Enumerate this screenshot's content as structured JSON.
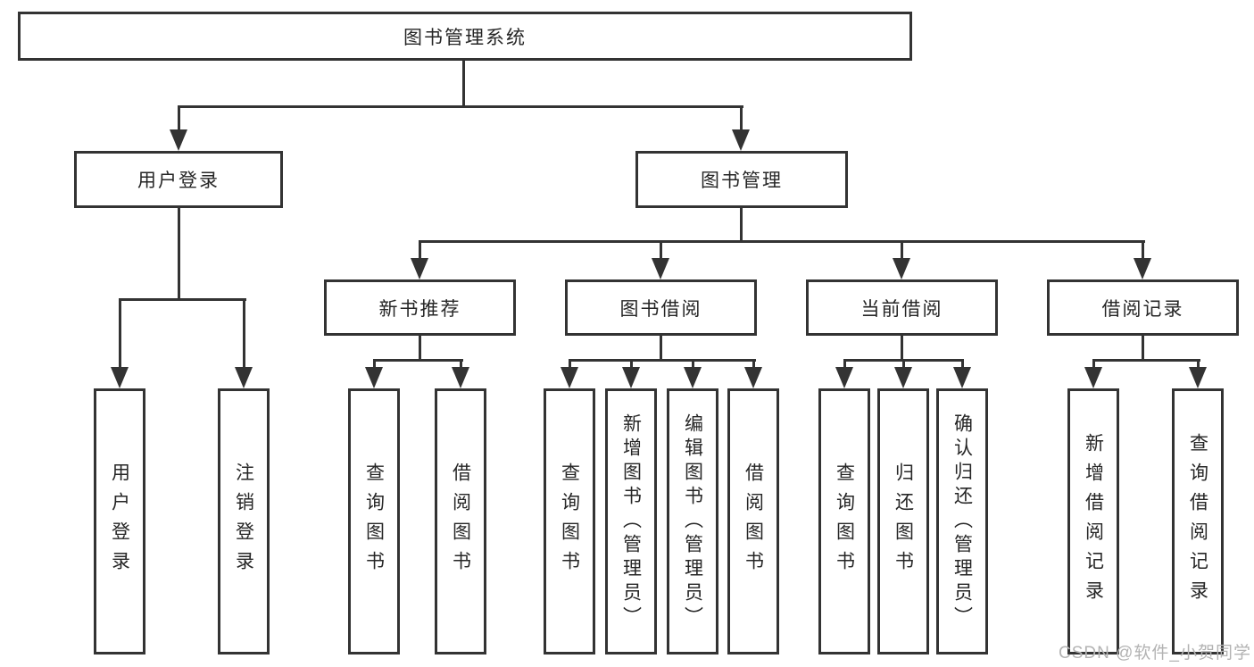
{
  "title": "图书管理系统",
  "level2": [
    {
      "label": "用户登录"
    },
    {
      "label": "图书管理"
    }
  ],
  "level3": [
    {
      "label": "新书推荐",
      "parent": "图书管理"
    },
    {
      "label": "图书借阅",
      "parent": "图书管理"
    },
    {
      "label": "当前借阅",
      "parent": "图书管理"
    },
    {
      "label": "借阅记录",
      "parent": "图书管理"
    }
  ],
  "leaves": [
    {
      "label": "用户登录",
      "parent": "用户登录"
    },
    {
      "label": "注销登录",
      "parent": "用户登录"
    },
    {
      "label": "查询图书",
      "parent": "新书推荐"
    },
    {
      "label": "借阅图书",
      "parent": "新书推荐"
    },
    {
      "label": "查询图书",
      "parent": "图书借阅"
    },
    {
      "label": "新增图书（管理员）",
      "parent": "图书借阅"
    },
    {
      "label": "编辑图书（管理员）",
      "parent": "图书借阅"
    },
    {
      "label": "借阅图书",
      "parent": "图书借阅"
    },
    {
      "label": "查询图书",
      "parent": "当前借阅"
    },
    {
      "label": "归还图书",
      "parent": "当前借阅"
    },
    {
      "label": "确认归还（管理员）",
      "parent": "当前借阅"
    },
    {
      "label": "新增借阅记录",
      "parent": "借阅记录"
    },
    {
      "label": "查询借阅记录",
      "parent": "借阅记录"
    }
  ],
  "watermark": "CSDN @软件_小贺同学",
  "colors": {
    "line": "#333333",
    "text": "#262626",
    "box_background": "#ffffff",
    "page_background": "#ffffff",
    "watermark": "#b3b3b3"
  }
}
